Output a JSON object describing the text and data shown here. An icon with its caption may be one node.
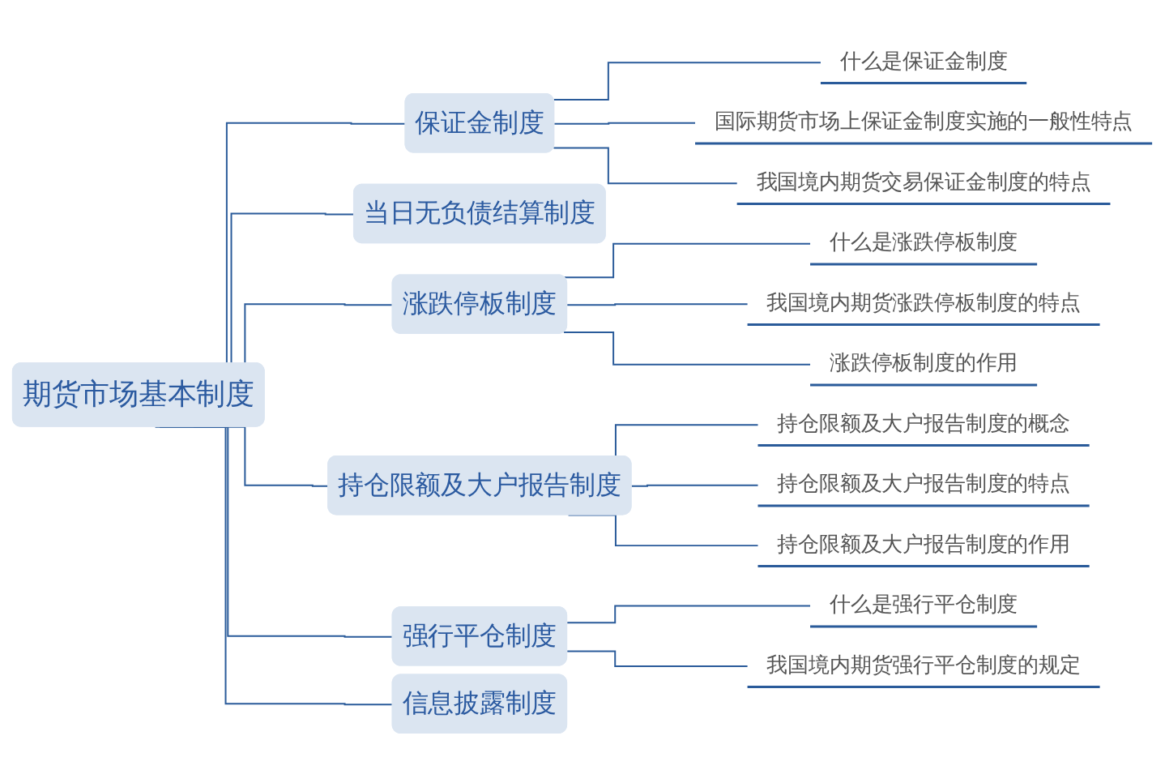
{
  "diagram": {
    "nodes": [
      {
        "text": [
          "期货市场基本制度"
        ]
      },
      {
        "text": [
          "保证金制度"
        ]
      },
      {
        "text": [
          "什么是保证金制度"
        ]
      },
      {
        "text": [
          "国际期货市场上保证金制度实施的一般性特点"
        ]
      },
      {
        "text": [
          "我国境内期货交易保证金制度的特点"
        ]
      },
      {
        "text": [
          "当日无负债结算制度"
        ]
      },
      {
        "text": [
          "涨跌停板制度"
        ]
      },
      {
        "text": [
          "什么是涨跌停板制度"
        ]
      },
      {
        "text": [
          "我国境内期货涨跌停板制度的特点"
        ]
      },
      {
        "text": [
          "涨跌停板制度的作用"
        ]
      },
      {
        "text": [
          "持仓限额及大户报告制度"
        ]
      },
      {
        "text": [
          "持仓限额及大户报告制度的概念"
        ]
      },
      {
        "text": [
          "持仓限额及大户报告制度的特点"
        ]
      },
      {
        "text": [
          "持仓限额及大户报告制度的作用"
        ]
      },
      {
        "text": [
          "强行平仓制度"
        ]
      },
      {
        "text": [
          "什么是强行平仓制度"
        ]
      },
      {
        "text": [
          "我国境内期货强行平仓制度的规定"
        ]
      },
      {
        "text": [
          "信息披露制度"
        ]
      }
    ],
    "edges": [
      {
        "from": 0,
        "to": 1,
        "arrow": "none"
      },
      {
        "from": 1,
        "to": 2,
        "arrow": "none"
      },
      {
        "from": 1,
        "to": 3,
        "arrow": "none"
      },
      {
        "from": 1,
        "to": 4,
        "arrow": "none"
      },
      {
        "from": 0,
        "to": 5,
        "arrow": "none"
      },
      {
        "from": 0,
        "to": 6,
        "arrow": "none"
      },
      {
        "from": 6,
        "to": 7,
        "arrow": "none"
      },
      {
        "from": 6,
        "to": 8,
        "arrow": "none"
      },
      {
        "from": 6,
        "to": 9,
        "arrow": "none"
      },
      {
        "from": 0,
        "to": 10,
        "arrow": "none"
      },
      {
        "from": 10,
        "to": 11,
        "arrow": "none"
      },
      {
        "from": 10,
        "to": 12,
        "arrow": "none"
      },
      {
        "from": 10,
        "to": 13,
        "arrow": "none"
      },
      {
        "from": 0,
        "to": 14,
        "arrow": "none"
      },
      {
        "from": 14,
        "to": 15,
        "arrow": "none"
      },
      {
        "from": 14,
        "to": 16,
        "arrow": "none"
      },
      {
        "from": 0,
        "to": 17,
        "arrow": "none"
      }
    ]
  }
}
